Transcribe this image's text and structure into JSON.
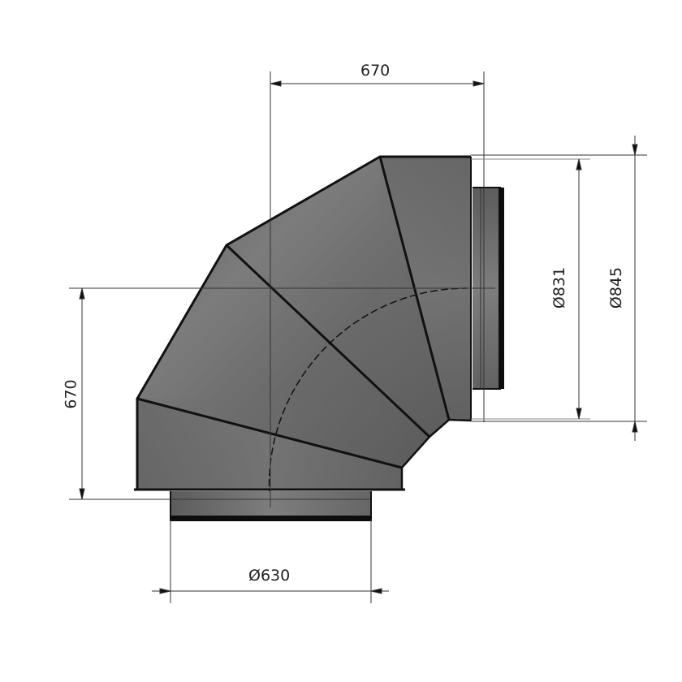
{
  "drawing": {
    "subject": "90° segmented duct elbow",
    "colors": {
      "body": "#6e6e6e",
      "body_light": "#8a8a8a",
      "outline": "#111111",
      "dimension_line": "#333333",
      "background": "#ffffff"
    },
    "dimensions": {
      "top_horizontal": "670",
      "left_vertical": "670",
      "bottom_diameter": "Ø630",
      "right_inner_diameter": "Ø831",
      "right_outer_diameter": "Ø845"
    }
  }
}
